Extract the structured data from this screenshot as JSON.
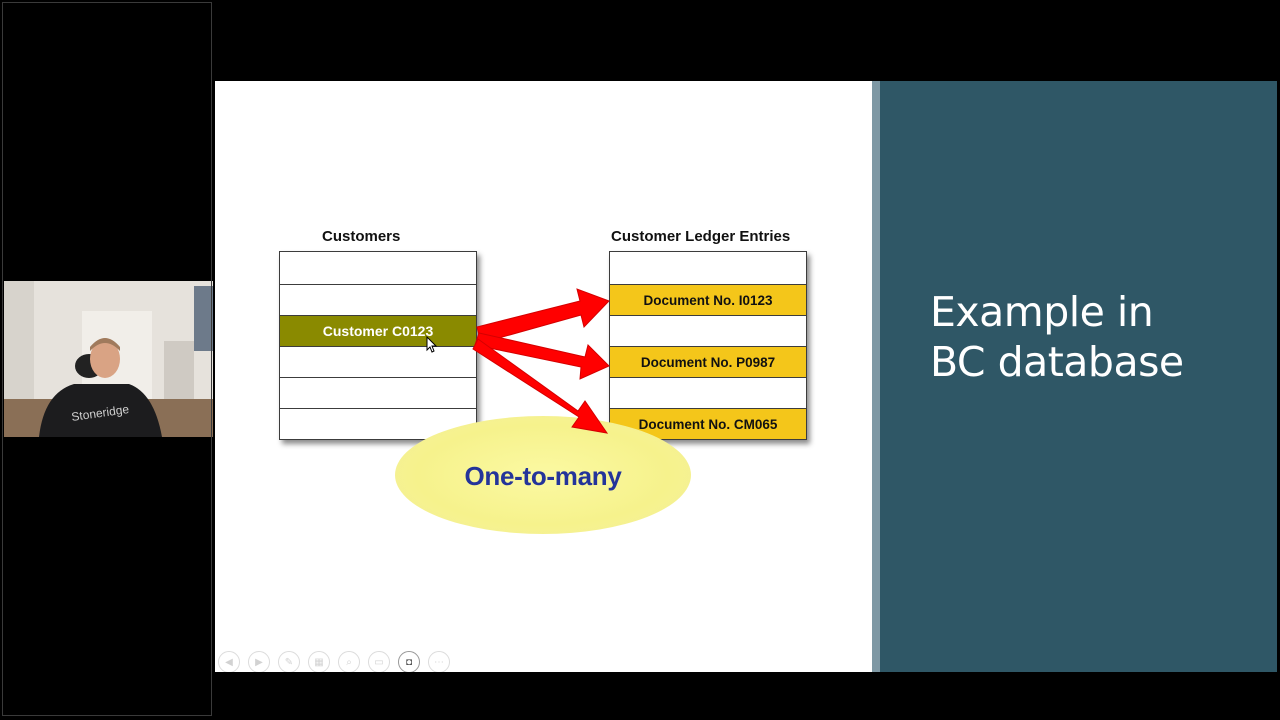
{
  "slide": {
    "customers_title": "Customers",
    "ledger_title": "Customer Ledger Entries",
    "customer_rows": [
      "",
      "",
      "Customer C0123",
      "",
      "",
      ""
    ],
    "ledger_rows": [
      "",
      "Document No. I0123",
      "",
      "Document No. P0987",
      "",
      "Document No. CM065"
    ],
    "relationship_label": "One-to-many"
  },
  "side_panel": {
    "title_line1": "Example in",
    "title_line2": "BC database"
  },
  "colors": {
    "highlight_customer": "#8a8a00",
    "highlight_ledger": "#f4c61a",
    "arrow": "#ff0000",
    "panel": "#2f5766"
  },
  "toolbar_icons": [
    "previous-icon",
    "next-icon",
    "pen-icon",
    "slides-grid-icon",
    "zoom-icon",
    "subtitles-icon",
    "camera-icon",
    "more-icon"
  ]
}
